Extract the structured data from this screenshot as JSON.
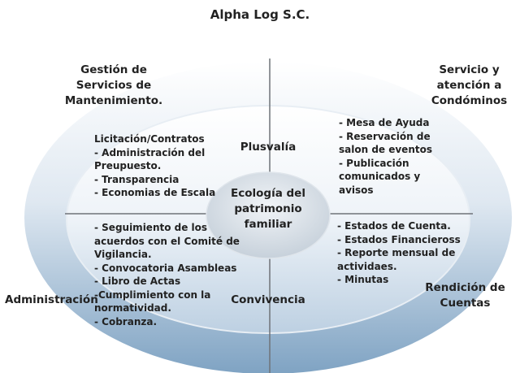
{
  "title": "Alpha Log S.C.",
  "center": [
    "Ecología del",
    "patrimonio",
    "familiar"
  ],
  "inner_labels": {
    "top": "Plusvalía",
    "bottom": "Convivencia"
  },
  "quadrants": {
    "top_left": {
      "title": [
        "Gestión de",
        "Servicios de",
        "Mantenimiento."
      ],
      "items": [
        "Licitación/Contratos",
        "- Administración del",
        "Preupuesto.",
        "- Transparencia",
        "- Economias de Escala"
      ]
    },
    "top_right": {
      "title": [
        "Servicio y",
        "atención a",
        "Condóminos"
      ],
      "items": [
        "- Mesa de Ayuda",
        "- Reservación de",
        "salon de eventos",
        "- Publicación",
        "comunicados y",
        "avisos"
      ]
    },
    "bottom_left": {
      "title": [
        "Administración"
      ],
      "items": [
        "- Seguimiento de los",
        "acuerdos con el Comité de",
        "Vigilancia.",
        "- Convocatoria Asambleas",
        "- Libro de Actas",
        "-Cumplimiento con la",
        "normatividad.",
        "- Cobranza."
      ]
    },
    "bottom_right": {
      "title": [
        "Rendición de",
        "Cuentas"
      ],
      "items": [
        "- Estados de Cuenta.",
        "- Estados Financieross",
        "- Reporte mensual de",
        "actividaes.",
        "- Minutas"
      ]
    }
  }
}
